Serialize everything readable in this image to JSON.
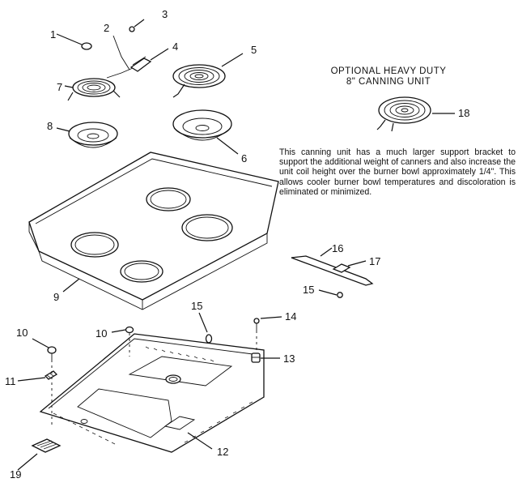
{
  "optional_unit": {
    "title_line1": "OPTIONAL HEAVY DUTY",
    "title_line2": "8\" CANNING UNIT",
    "description": "This canning unit has a much larger support bracket to support the additional weight of canners and also increase the  unit coil height over the burner bowl approximately 1/4\".  This allows cooler burner bowl temperatures and discoloration is eliminated or minimized."
  },
  "callouts": {
    "c1": "1",
    "c2": "2",
    "c3": "3",
    "c4": "4",
    "c5": "5",
    "c6": "6",
    "c7": "7",
    "c8": "8",
    "c9": "9",
    "c10a": "10",
    "c10b": "10",
    "c11": "11",
    "c12": "12",
    "c13": "13",
    "c14": "14",
    "c15a": "15",
    "c15b": "15",
    "c16": "16",
    "c17": "17",
    "c18": "18",
    "c19": "19"
  }
}
